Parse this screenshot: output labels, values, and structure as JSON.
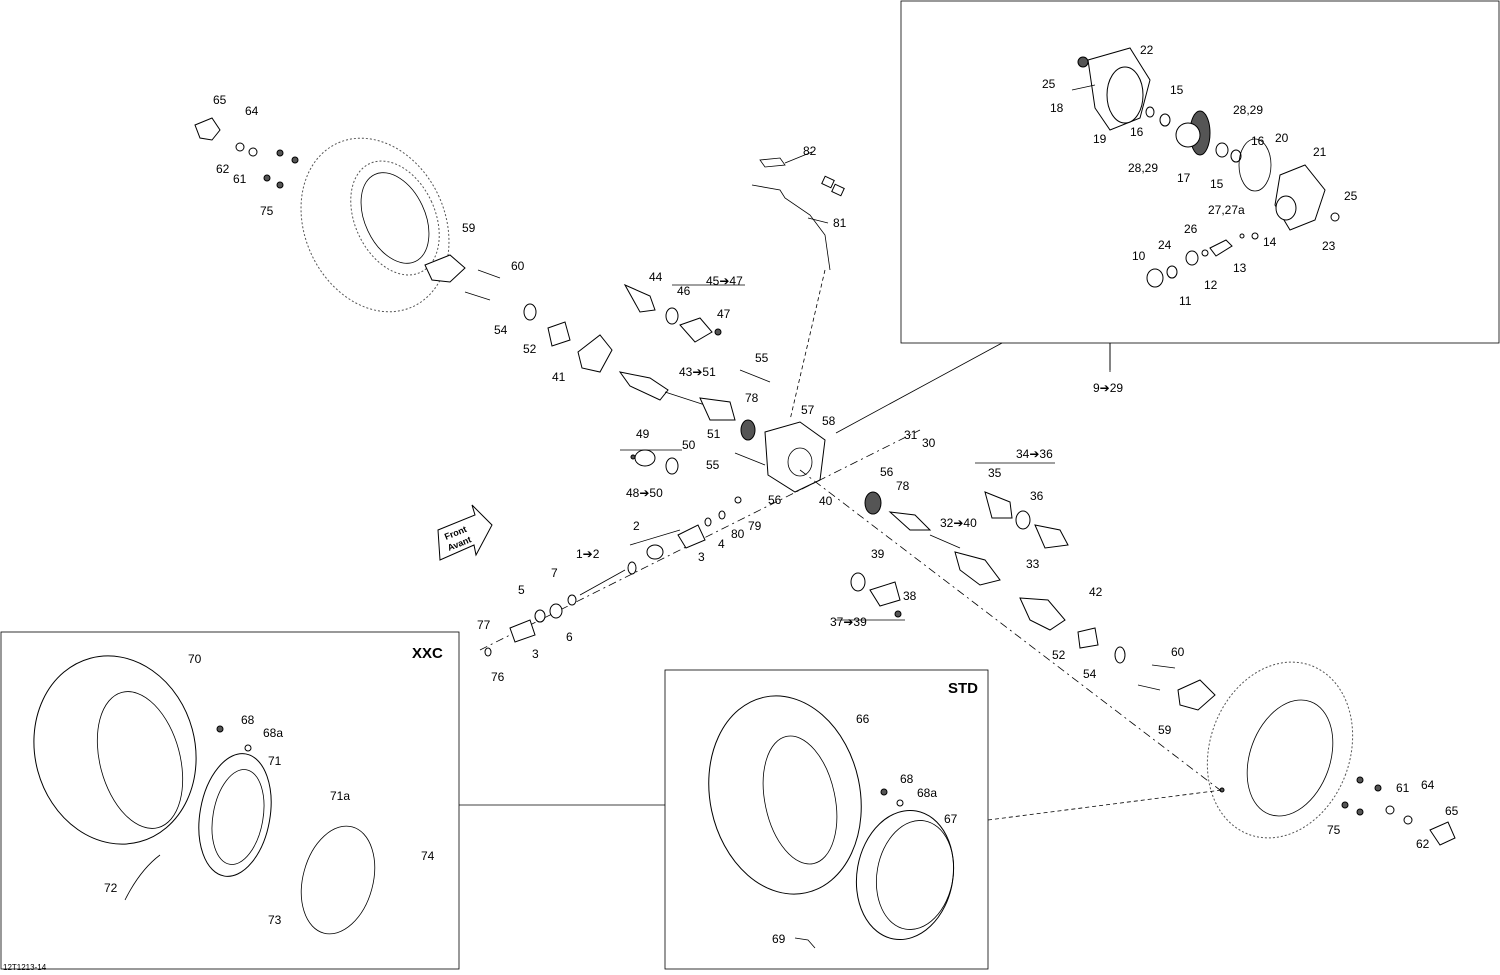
{
  "boxes": {
    "diff_detail_range": "9➔29",
    "xxc_title": "XXC",
    "std_title": "STD"
  },
  "front_arrow": {
    "line1": "Front",
    "line2": "Avant"
  },
  "drawing_code": "12T1213-14",
  "labels": {
    "l65a": "65",
    "l64a": "64",
    "l62a": "62",
    "l61a": "61",
    "l75a": "75",
    "l59a": "59",
    "l60a": "60",
    "l54a": "54",
    "l52a": "52",
    "l41": "41",
    "l44": "44",
    "l46": "46",
    "l45_47": "45➔47",
    "l47": "47",
    "l82": "82",
    "l81": "81",
    "l55a": "55",
    "l43_51": "43➔51",
    "l78a": "78",
    "l57": "57",
    "l58": "58",
    "l51": "51",
    "l49": "49",
    "l50": "50",
    "l48_50": "48➔50",
    "l55b": "55",
    "l56a": "56",
    "l31": "31",
    "l30": "30",
    "l56b": "56",
    "l40": "40",
    "l78b": "78",
    "l34_36": "34➔36",
    "l35": "35",
    "l36": "36",
    "l32_40": "32➔40",
    "l33": "33",
    "l39": "39",
    "l38": "38",
    "l37_39": "37➔39",
    "l42": "42",
    "l52b": "52",
    "l54b": "54",
    "l60b": "60",
    "l59b": "59",
    "l2": "2",
    "l1_2": "1➔2",
    "l3a": "3",
    "l4": "4",
    "l80": "80",
    "l79": "79",
    "l7": "7",
    "l5": "5",
    "l6": "6",
    "l3b": "3",
    "l77": "77",
    "l76": "76",
    "l22": "22",
    "l25a": "25",
    "l18": "18",
    "l19": "19",
    "l15a": "15",
    "l16a": "16",
    "l28_29a": "28,29",
    "l28_29b": "28,29",
    "l16b": "16",
    "l20": "20",
    "l17": "17",
    "l15b": "15",
    "l21": "21",
    "l25b": "25",
    "l27": "27,27a",
    "l26": "26",
    "l14": "14",
    "l23": "23",
    "l24": "24",
    "l10": "10",
    "l13": "13",
    "l12": "12",
    "l11": "11",
    "l70": "70",
    "l68a_x": "68",
    "l68aa_x": "68a",
    "l71": "71",
    "l71a": "71a",
    "l74": "74",
    "l72": "72",
    "l73": "73",
    "l66": "66",
    "l68_s": "68",
    "l68a_s": "68a",
    "l67": "67",
    "l69": "69",
    "l61b": "61",
    "l64b": "64",
    "l65b": "65",
    "l75b": "75",
    "l62b": "62"
  }
}
